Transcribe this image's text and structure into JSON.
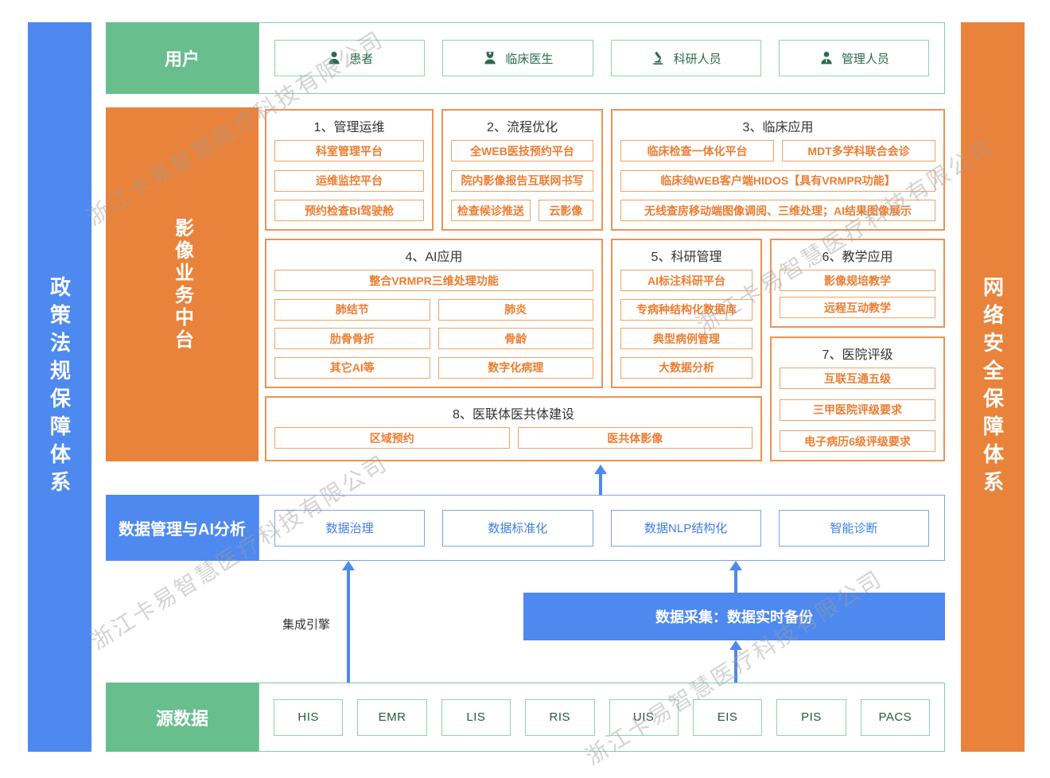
{
  "watermark": {
    "text": "浙江卡易智慧医疗科技有限公司"
  },
  "side_bars": {
    "left": "政策法规保障体系",
    "right": "网络安全保障体系"
  },
  "users_row": {
    "label": "用户",
    "items": [
      {
        "icon": "patient-icon",
        "label": "患者"
      },
      {
        "icon": "doctor-icon",
        "label": "临床医生"
      },
      {
        "icon": "microscope-icon",
        "label": "科研人员"
      },
      {
        "icon": "admin-icon",
        "label": "管理人员"
      }
    ]
  },
  "platform": {
    "label": "影像业务中台",
    "sections": {
      "s1": {
        "title": "1、管理运维",
        "items": [
          "科室管理平台",
          "运维监控平台",
          "预约检查BI驾驶舱"
        ]
      },
      "s2": {
        "title": "2、流程优化",
        "items": [
          "全WEB医技预约平台",
          "院内影像报告互联网书写",
          "检查候诊推送",
          "云影像"
        ]
      },
      "s3": {
        "title": "3、临床应用",
        "items": [
          "临床检查一体化平台",
          "MDT多学科联合会诊",
          "临床纯WEB客户端HIDOS【具有VRMPR功能】",
          "无线查房移动端图像调阅、三维处理；AI结果图像展示"
        ]
      },
      "s4": {
        "title": "4、AI应用",
        "items": [
          "整合VRMPR三维处理功能",
          "肺结节",
          "肺炎",
          "肋骨骨折",
          "骨龄",
          "其它AI等",
          "数字化病理"
        ]
      },
      "s5": {
        "title": "5、科研管理",
        "items": [
          "AI标注科研平台",
          "专病种结构化数据库",
          "典型病例管理",
          "大数据分析"
        ]
      },
      "s6": {
        "title": "6、教学应用",
        "items": [
          "影像规培教学",
          "远程互动教学"
        ]
      },
      "s7": {
        "title": "7、医院评级",
        "items": [
          "互联互通五级",
          "三甲医院评级要求",
          "电子病历6级评级要求"
        ]
      },
      "s8": {
        "title": "8、医联体医共体建设",
        "items": [
          "区域预约",
          "医共体影像"
        ]
      }
    }
  },
  "data_mgmt_row": {
    "label": "数据管理与AI分析",
    "items": [
      "数据治理",
      "数据标准化",
      "数据NLP结构化",
      "智能诊断"
    ]
  },
  "integration": {
    "engine_label": "集成引擎",
    "collection_label": "数据采集：数据实时备份"
  },
  "source_row": {
    "label": "源数据",
    "items": [
      "HIS",
      "EMR",
      "LIS",
      "RIS",
      "UIS",
      "EIS",
      "PIS",
      "PACS"
    ]
  },
  "colors": {
    "green": "#68be8d",
    "green_border": "#8cd3ad",
    "green_text": "#2a6b4d",
    "orange": "#e9833b",
    "orange_border": "#f2a263",
    "orange_text": "#ed7d31",
    "blue": "#4d89ef",
    "blue_border": "#79a4f0",
    "blue_text": "#3d7eea",
    "watermark_gray": "#9e9e9e"
  }
}
